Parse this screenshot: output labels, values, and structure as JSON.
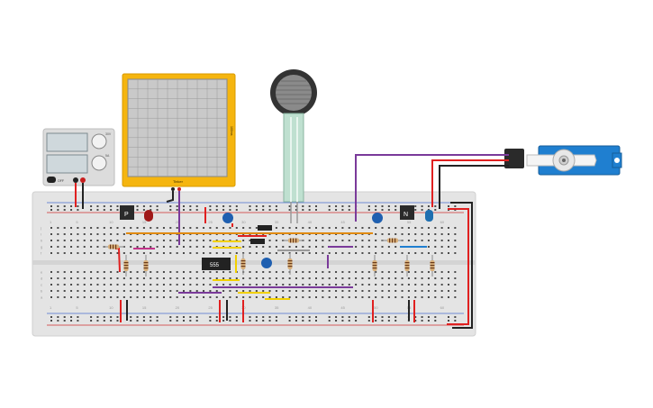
{
  "power_supply": {
    "label_top": "30V",
    "label_bottom": "5A",
    "switch_label": "OFF"
  },
  "oscilloscope": {
    "brand": "Tinker",
    "side_label": "100ms"
  },
  "ic": {
    "label": "555"
  },
  "transistors": {
    "pnp_label": "P",
    "npn_label": "N"
  },
  "breadboard": {
    "column_numbers": [
      "1",
      "5",
      "10",
      "15",
      "20",
      "25",
      "30",
      "35",
      "40",
      "45",
      "50",
      "55",
      "60"
    ],
    "row_letters_top": [
      "j",
      "i",
      "h",
      "g",
      "f"
    ],
    "row_letters_bottom": [
      "e",
      "d",
      "c",
      "b",
      "a"
    ]
  },
  "colors": {
    "breadboard": "#e6e6e6",
    "scope_frame": "#f5b50f",
    "servo": "#1f7fd0",
    "wire_red": "#e02020",
    "wire_black": "#222222",
    "wire_purple": "#7a3a9a",
    "wire_orange": "#e08a10"
  }
}
